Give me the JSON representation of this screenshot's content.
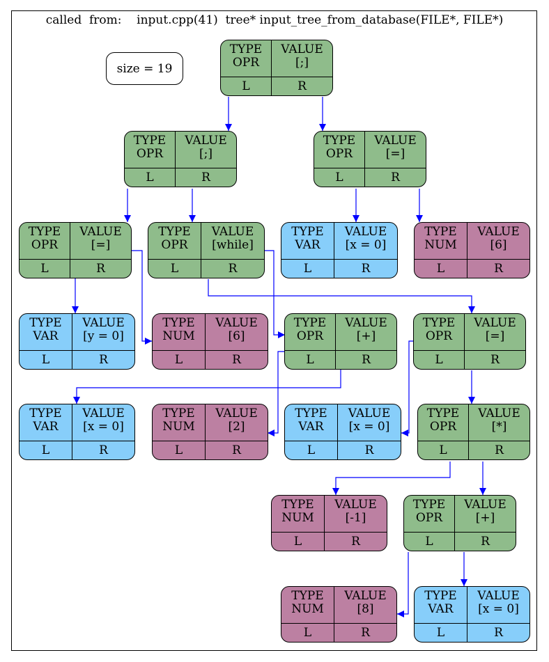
{
  "caption": "called  from:    input.cpp(41)  tree* input_tree_from_database(FILE*, FILE*)",
  "size_label": "size = 19",
  "colors": {
    "opr": "#8fbc8b",
    "var": "#87cefa",
    "num": "#bc80a2",
    "edge": "#0000ff"
  },
  "nodes": {
    "n1": {
      "type_header": "TYPE",
      "type": "OPR",
      "value_header": "VALUE",
      "value": "[;]",
      "left": "L",
      "right": "R"
    },
    "n2": {
      "type_header": "TYPE",
      "type": "OPR",
      "value_header": "VALUE",
      "value": "[;]",
      "left": "L",
      "right": "R"
    },
    "n3": {
      "type_header": "TYPE",
      "type": "OPR",
      "value_header": "VALUE",
      "value": "[=]",
      "left": "L",
      "right": "R"
    },
    "n4": {
      "type_header": "TYPE",
      "type": "OPR",
      "value_header": "VALUE",
      "value": "[=]",
      "left": "L",
      "right": "R"
    },
    "n5": {
      "type_header": "TYPE",
      "type": "OPR",
      "value_header": "VALUE",
      "value": "[while]",
      "left": "L",
      "right": "R"
    },
    "n6": {
      "type_header": "TYPE",
      "type": "VAR",
      "value_header": "VALUE",
      "value": "[x = 0]",
      "left": "L",
      "right": "R"
    },
    "n7": {
      "type_header": "TYPE",
      "type": "NUM",
      "value_header": "VALUE",
      "value": "[6]",
      "left": "L",
      "right": "R"
    },
    "n8": {
      "type_header": "TYPE",
      "type": "VAR",
      "value_header": "VALUE",
      "value": "[y = 0]",
      "left": "L",
      "right": "R"
    },
    "n9": {
      "type_header": "TYPE",
      "type": "NUM",
      "value_header": "VALUE",
      "value": "[6]",
      "left": "L",
      "right": "R"
    },
    "n10": {
      "type_header": "TYPE",
      "type": "OPR",
      "value_header": "VALUE",
      "value": "[+]",
      "left": "L",
      "right": "R"
    },
    "n11": {
      "type_header": "TYPE",
      "type": "OPR",
      "value_header": "VALUE",
      "value": "[=]",
      "left": "L",
      "right": "R"
    },
    "n12": {
      "type_header": "TYPE",
      "type": "VAR",
      "value_header": "VALUE",
      "value": "[x = 0]",
      "left": "L",
      "right": "R"
    },
    "n13": {
      "type_header": "TYPE",
      "type": "NUM",
      "value_header": "VALUE",
      "value": "[2]",
      "left": "L",
      "right": "R"
    },
    "n14": {
      "type_header": "TYPE",
      "type": "VAR",
      "value_header": "VALUE",
      "value": "[x = 0]",
      "left": "L",
      "right": "R"
    },
    "n15": {
      "type_header": "TYPE",
      "type": "OPR",
      "value_header": "VALUE",
      "value": "[*]",
      "left": "L",
      "right": "R"
    },
    "n16": {
      "type_header": "TYPE",
      "type": "NUM",
      "value_header": "VALUE",
      "value": "[-1]",
      "left": "L",
      "right": "R"
    },
    "n17": {
      "type_header": "TYPE",
      "type": "OPR",
      "value_header": "VALUE",
      "value": "[+]",
      "left": "L",
      "right": "R"
    },
    "n18": {
      "type_header": "TYPE",
      "type": "NUM",
      "value_header": "VALUE",
      "value": "[8]",
      "left": "L",
      "right": "R"
    },
    "n19": {
      "type_header": "TYPE",
      "type": "VAR",
      "value_header": "VALUE",
      "value": "[x = 0]",
      "left": "L",
      "right": "R"
    }
  }
}
